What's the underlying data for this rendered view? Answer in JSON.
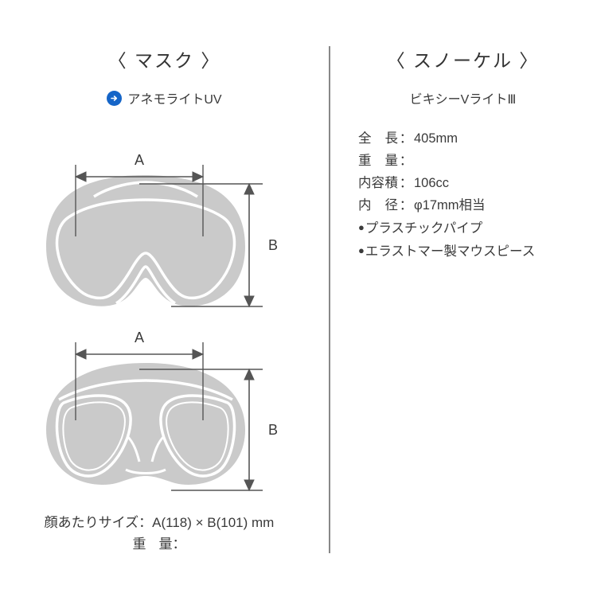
{
  "background_color": "#ffffff",
  "divider_color": "#888888",
  "accent_color": "#1565c8",
  "diagram_fill_color": "#cacaca",
  "diagram_stroke_color": "#ffffff",
  "dimension_line_color": "#555555",
  "mask_column": {
    "title": "〈 マスク 〉",
    "model_name": "アネモライトUV",
    "model_icon": "arrow-right-circle-icon",
    "diagrams": [
      {
        "id": "single-lens-mask",
        "view": "front",
        "lens_type": "single",
        "width_label": "A",
        "height_label": "B"
      },
      {
        "id": "dual-lens-mask",
        "view": "front",
        "lens_type": "dual",
        "width_label": "A",
        "height_label": "B"
      }
    ],
    "caption": {
      "face_size_label": "顔あたりサイズ",
      "face_size_colon": "：",
      "face_size_value": "A(118) × B(101) mm",
      "weight_label_1": "重",
      "weight_label_2": "量",
      "weight_colon": "：",
      "weight_value": ""
    }
  },
  "snorkel_column": {
    "title": "〈 スノーケル 〉",
    "model_name": "ビキシーVライトⅢ",
    "specs": [
      {
        "label_1": "全",
        "label_2": "長",
        "colon": "：",
        "value": "405mm"
      },
      {
        "label_1": "重",
        "label_2": "量",
        "colon": "：",
        "value": ""
      },
      {
        "label_1": "内容",
        "label_2": "積",
        "colon": "：",
        "value": "106cc"
      },
      {
        "label_1": "内",
        "label_2": "径",
        "colon": "：",
        "value": "φ17mm相当"
      }
    ],
    "features": [
      {
        "bullet": "●",
        "text": "プラスチックパイプ"
      },
      {
        "bullet": "●",
        "text": "エラストマー製マウスピース"
      }
    ]
  }
}
